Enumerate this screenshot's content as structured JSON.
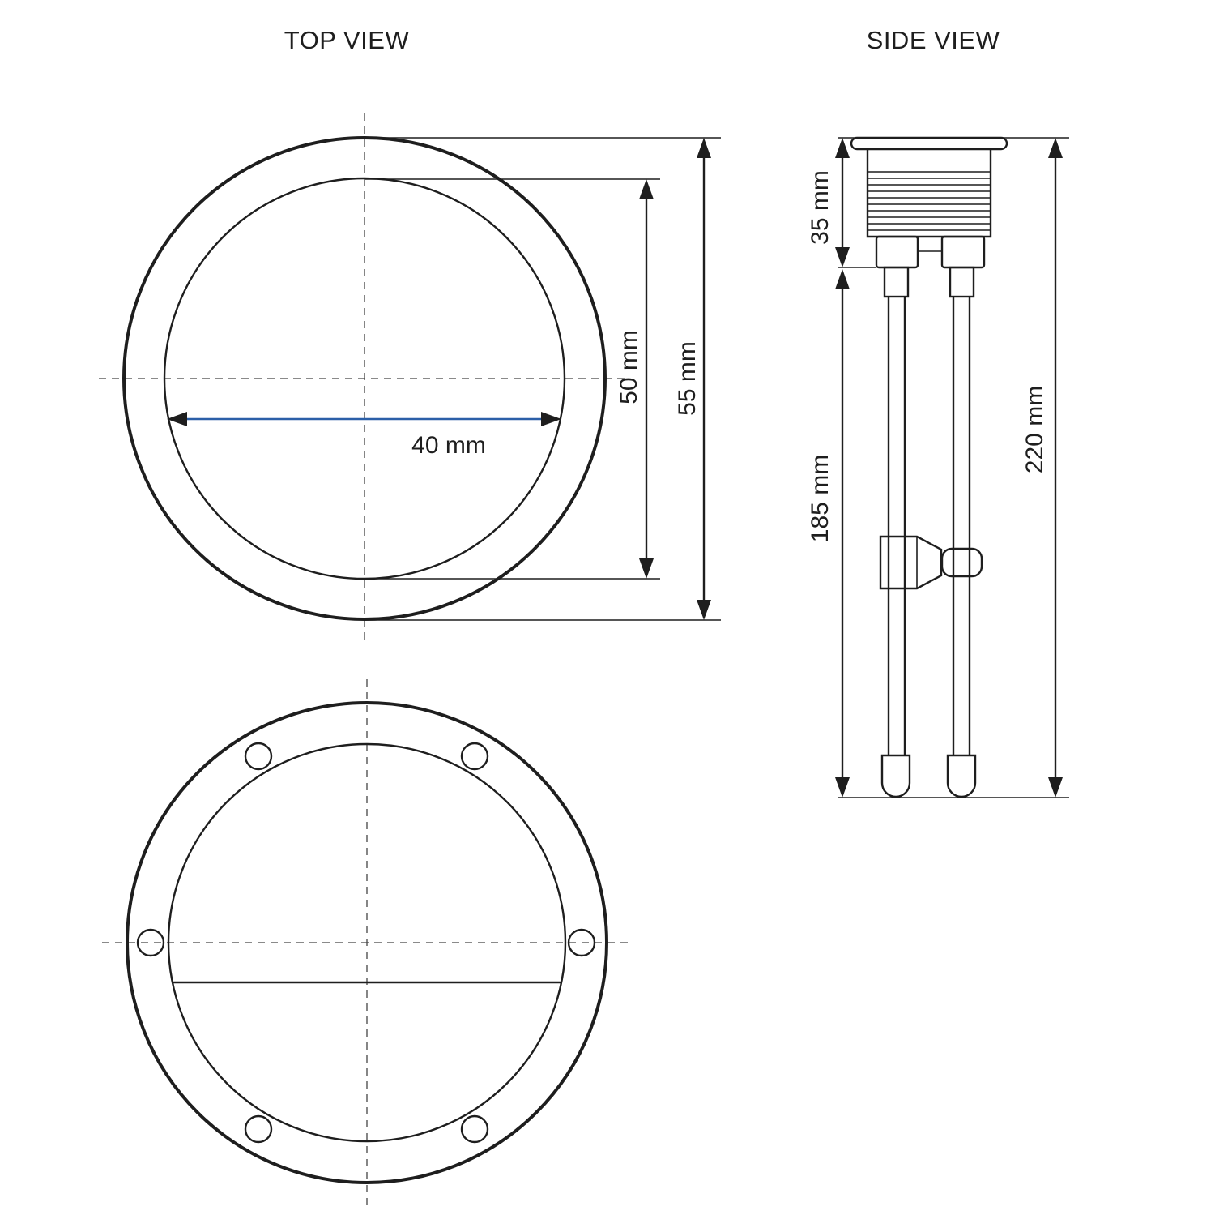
{
  "titles": {
    "top_view": "TOP VIEW",
    "side_view": "SIDE VIEW"
  },
  "dimensions": {
    "inner_diameter": "40 mm",
    "inner_ring": "50 mm",
    "outer_ring": "55 mm",
    "head_height": "35 mm",
    "rod_length": "185 mm",
    "total_height": "220 mm"
  },
  "colors": {
    "line": "#1e1e1e",
    "accent_dimension_line": "#2b5fa8"
  }
}
